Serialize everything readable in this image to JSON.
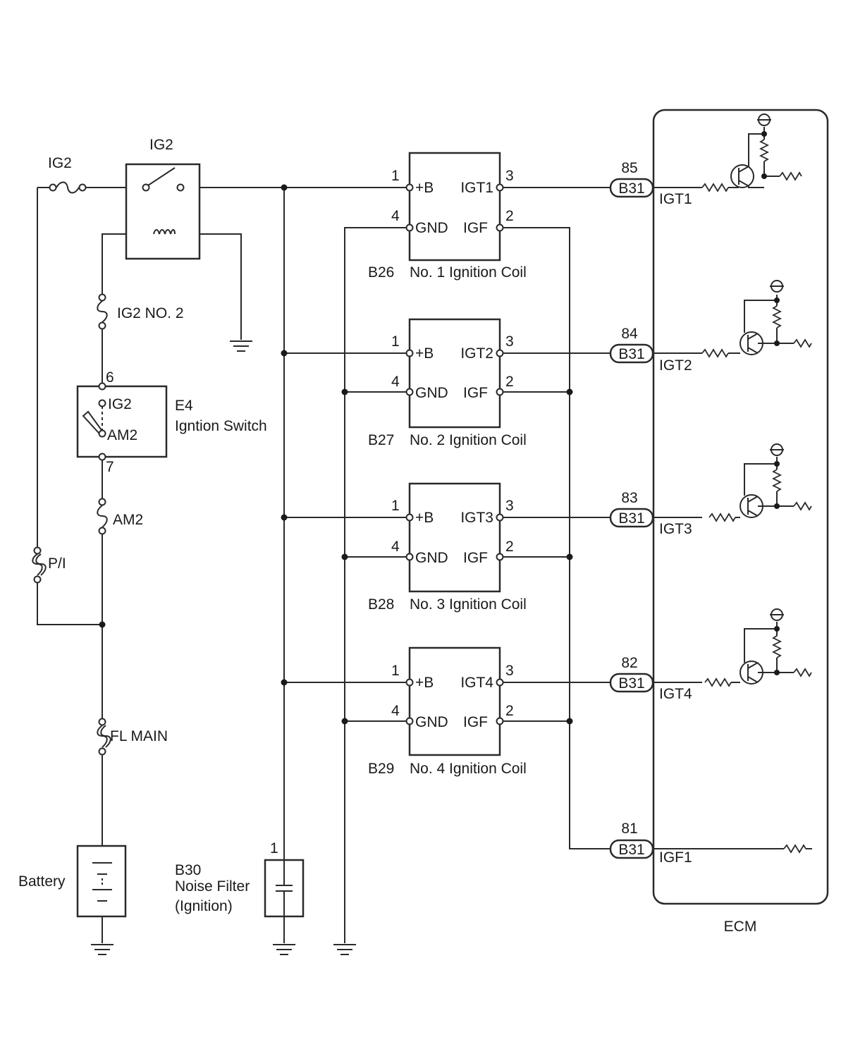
{
  "fuses": {
    "ig2": "IG2",
    "ig2_no2": "IG2 NO. 2",
    "am2": "AM2",
    "pi": "P/I",
    "fl_main": "FL MAIN"
  },
  "relay": {
    "label": "IG2"
  },
  "ignition_switch": {
    "code": "E4",
    "name": "Igntion Switch",
    "pin_top": "6",
    "pin_bottom": "7",
    "term_ig2": "IG2",
    "term_am2": "AM2"
  },
  "battery": {
    "label": "Battery"
  },
  "noise_filter": {
    "code": "B30",
    "name_line1": "Noise Filter",
    "name_line2": "(Ignition)",
    "pin": "1"
  },
  "coils": [
    {
      "code": "B26",
      "name": "No. 1 Ignition Coil",
      "pin_b": "1",
      "pin_gnd": "4",
      "pin_igt": "3",
      "pin_igf": "2",
      "label_b": "+B",
      "label_gnd": "GND",
      "label_igt": "IGT1",
      "label_igf": "IGF"
    },
    {
      "code": "B27",
      "name": "No. 2 Ignition Coil",
      "pin_b": "1",
      "pin_gnd": "4",
      "pin_igt": "3",
      "pin_igf": "2",
      "label_b": "+B",
      "label_gnd": "GND",
      "label_igt": "IGT2",
      "label_igf": "IGF"
    },
    {
      "code": "B28",
      "name": "No. 3 Ignition Coil",
      "pin_b": "1",
      "pin_gnd": "4",
      "pin_igt": "3",
      "pin_igf": "2",
      "label_b": "+B",
      "label_gnd": "GND",
      "label_igt": "IGT3",
      "label_igf": "IGF"
    },
    {
      "code": "B29",
      "name": "No. 4 Ignition Coil",
      "pin_b": "1",
      "pin_gnd": "4",
      "pin_igt": "3",
      "pin_igf": "2",
      "label_b": "+B",
      "label_gnd": "GND",
      "label_igt": "IGT4",
      "label_igf": "IGF"
    }
  ],
  "ecm": {
    "label": "ECM",
    "connectors": [
      {
        "code": "B31",
        "pin": "85",
        "signal": "IGT1"
      },
      {
        "code": "B31",
        "pin": "84",
        "signal": "IGT2"
      },
      {
        "code": "B31",
        "pin": "83",
        "signal": "IGT3"
      },
      {
        "code": "B31",
        "pin": "82",
        "signal": "IGT4"
      },
      {
        "code": "B31",
        "pin": "81",
        "signal": "IGF1"
      }
    ]
  }
}
